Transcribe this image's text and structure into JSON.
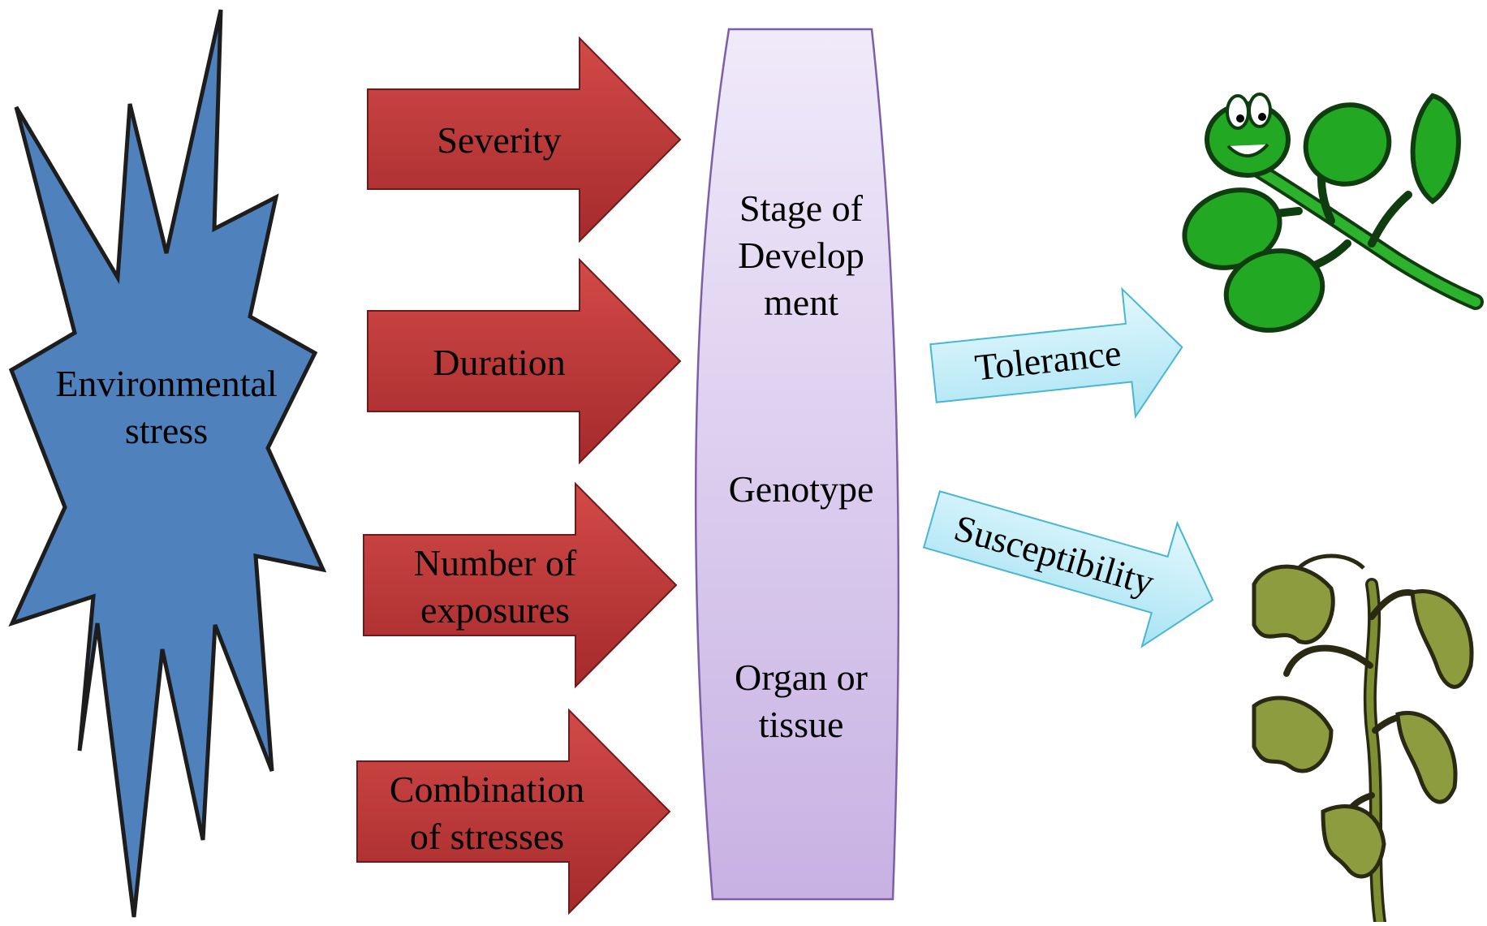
{
  "stress": {
    "label_line1": "Environmental",
    "label_line2": "stress"
  },
  "factors": [
    {
      "lines": [
        "Severity"
      ]
    },
    {
      "lines": [
        "Duration"
      ]
    },
    {
      "lines": [
        "Number of",
        "exposures"
      ]
    },
    {
      "lines": [
        "Combination",
        "of stresses"
      ]
    }
  ],
  "modifiers": {
    "stage": [
      "Stage of",
      "Develop",
      "ment"
    ],
    "genotype": "Genotype",
    "organ": [
      "Organ or",
      "tissue"
    ]
  },
  "outcomes": {
    "tolerance": "Tolerance",
    "susceptibility": "Susceptibility"
  },
  "colors": {
    "starburst": "#4f81bd",
    "factor_arrow": "#c0393b",
    "modifier_panel": "#dccfee",
    "outcome_arrow": "#bfeefa",
    "healthy_plant": "#1fa31f",
    "wilted_plant": "#8a9a3c"
  },
  "icons": {
    "healthy_plant": "healthy-plant-icon",
    "wilted_plant": "wilted-plant-icon"
  }
}
